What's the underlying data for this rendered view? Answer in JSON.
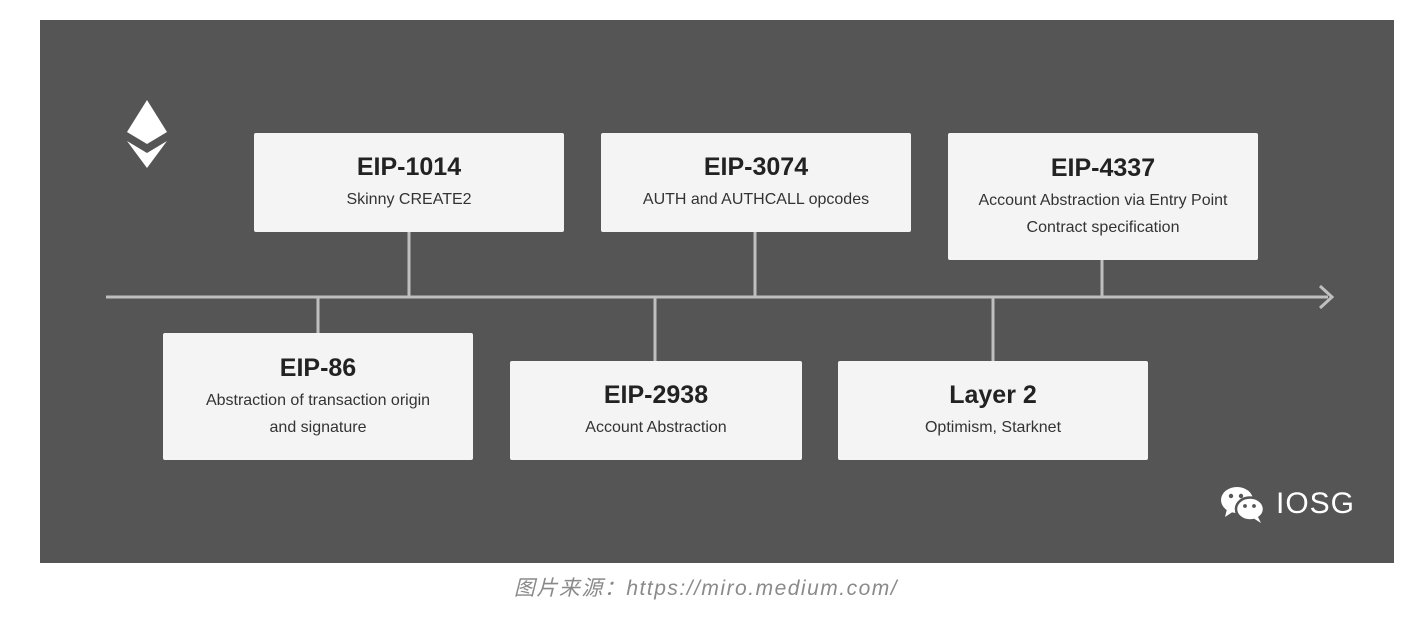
{
  "diagram": {
    "colors": {
      "panel_bg": "#555555",
      "card_bg": "#f4f4f4",
      "line": "#bfbfbf",
      "logo": "#ffffff",
      "caption": "#8a8a8a"
    },
    "logo_icon": "ethereum-logo-icon",
    "milestones_top": [
      {
        "title": "EIP-1014",
        "subtitle": "Skinny CREATE2"
      },
      {
        "title": "EIP-3074",
        "subtitle": "AUTH and AUTHCALL opcodes"
      },
      {
        "title": "EIP-4337",
        "subtitle": "Account Abstraction via Entry Point Contract specification"
      }
    ],
    "milestones_bottom": [
      {
        "title": "EIP-86",
        "subtitle": "Abstraction of transaction origin and signature"
      },
      {
        "title": "EIP-2938",
        "subtitle": "Account Abstraction"
      },
      {
        "title": "Layer 2",
        "subtitle": "Optimism, Starknet"
      }
    ],
    "brand": {
      "icon": "wechat-icon",
      "label": "IOSG"
    }
  },
  "caption": "图片来源：https://miro.medium.com/"
}
